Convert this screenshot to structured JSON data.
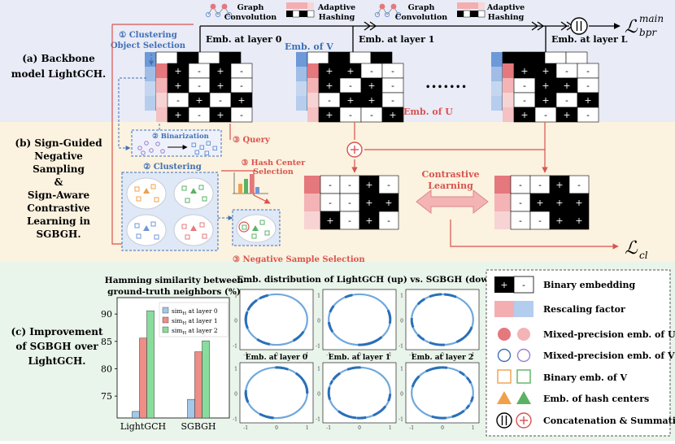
{
  "colors": {
    "band_a": "#e9ebf7",
    "band_b": "#fbf2df",
    "band_c": "#e9f4ea",
    "user": "#e4787d",
    "user_light": "#f6c9cb",
    "item": "#6d99d8",
    "item_light": "#bcd0ee",
    "bar_blue": "#a4c8ea",
    "bar_red": "#ef8d87",
    "bar_green": "#88dd9c",
    "link_red": "#d9534f",
    "link_blue": "#3f6fb5"
  },
  "sections": {
    "a": {
      "line1": "(a) Backbone",
      "line2": "model LightGCH."
    },
    "b": {
      "line1": "(b) Sign-Guided",
      "line2": "Negative",
      "line3": "Sampling",
      "line4": "&",
      "line5": "Sign-Aware",
      "line6": "Contrastive",
      "line7": "Learning in",
      "line8": "SGBGH."
    },
    "c": {
      "line1": "(c) Improvement",
      "line2": "of SGBGH over",
      "line3": "LightGCH."
    }
  },
  "pipeline": {
    "graph_conv_1": "Graph",
    "graph_conv_2": "Convolution",
    "adaptive_1": "Adaptive",
    "adaptive_2": "Hashing",
    "layer0": "Emb. at layer 0",
    "layer1": "Emb. at layer 1",
    "layerL": "Emb. at layer L",
    "emb_v": "Emb. of V",
    "emb_u": "Emb. of U",
    "dots": "•••••••",
    "loss_main_base": "ℒ",
    "loss_main_sup": "main",
    "loss_main_sub": "bpr",
    "loss_cl_base": "ℒ",
    "loss_cl_sub": "cl"
  },
  "steps": {
    "clustering_sel_1": "① Clustering",
    "clustering_sel_2": "Object Selection",
    "binarization": "② Binarization",
    "clustering": "② Clustering",
    "query": "③ Query",
    "hash_center_1": "③ Hash Center",
    "hash_center_2": "Selection",
    "neg_sample": "③ Negative Sample Selection",
    "contrastive_1": "Contrastive",
    "contrastive_2": "Learning"
  },
  "matrices": {
    "layer0": [
      [
        "+",
        "-",
        "+",
        "-"
      ],
      [
        "+",
        "-",
        "+",
        "-"
      ],
      [
        "-",
        "+",
        "-",
        "+"
      ],
      [
        "+",
        "-",
        "+",
        "-"
      ]
    ],
    "layer1": [
      [
        "+",
        "+",
        "-",
        "-"
      ],
      [
        "+",
        "-",
        "+",
        "-"
      ],
      [
        "-",
        "+",
        "+",
        "-"
      ],
      [
        "+",
        "-",
        "-",
        "+"
      ]
    ],
    "layerL": [
      [
        "+",
        "+",
        "-",
        "-"
      ],
      [
        "-",
        "+",
        "+",
        "-"
      ],
      [
        "-",
        "+",
        "-",
        "+"
      ],
      [
        "+",
        "-",
        "+",
        "-"
      ]
    ],
    "cl_left": [
      [
        "-",
        "-",
        "+",
        "-"
      ],
      [
        "-",
        "-",
        "+",
        "+"
      ],
      [
        "+",
        "-",
        "+",
        "-"
      ]
    ],
    "cl_right": [
      [
        "-",
        "-",
        "+",
        "-"
      ],
      [
        "-",
        "+",
        "+",
        "+"
      ],
      [
        "-",
        "-",
        "+",
        "+"
      ]
    ]
  },
  "hamming": {
    "title_1": "Hamming similarity between",
    "title_2": "ground-truth neighbors (%)"
  },
  "chart_data": {
    "type": "bar",
    "title": "Hamming similarity between ground-truth neighbors (%)",
    "categories": [
      "LightGCH",
      "SGBGH"
    ],
    "series": [
      {
        "name": "sim_H at layer 0",
        "values": [
          72.2,
          74.4
        ]
      },
      {
        "name": "sim_H at layer 1",
        "values": [
          85.6,
          83.1
        ]
      },
      {
        "name": "sim_H at layer 2",
        "values": [
          90.6,
          85.1
        ]
      }
    ],
    "ylim": [
      71,
      93
    ],
    "yticks": [
      "75",
      "80",
      "85",
      "90"
    ],
    "legend": {
      "l0": "sim",
      "l0b": "H",
      "l0c": " at layer 0",
      "l1": "sim",
      "l1b": "H",
      "l1c": " at layer 1",
      "l2": "sim",
      "l2b": "H",
      "l2c": " at layer 2"
    },
    "legend_position": "top-left"
  },
  "distribution": {
    "title": "Emb. distribution of LightGCH (up) vs. SGBGH (down)",
    "labels": [
      "Emb. at layer 0",
      "Emb. at layer 1",
      "Emb. at layer 2"
    ],
    "ticks": [
      "-1",
      "0",
      "1"
    ]
  },
  "legend": {
    "binary": "Binary embedding",
    "rescaling": "Rescaling factor",
    "mixed_u": "Mixed-precision emb. of U",
    "mixed_v": "Mixed-precision emb. of V",
    "binary_v": "Binary emb. of V",
    "hash_centers": "Emb. of hash centers",
    "concat": "Concatenation & Summation",
    "plus": "+",
    "minus": "-"
  }
}
